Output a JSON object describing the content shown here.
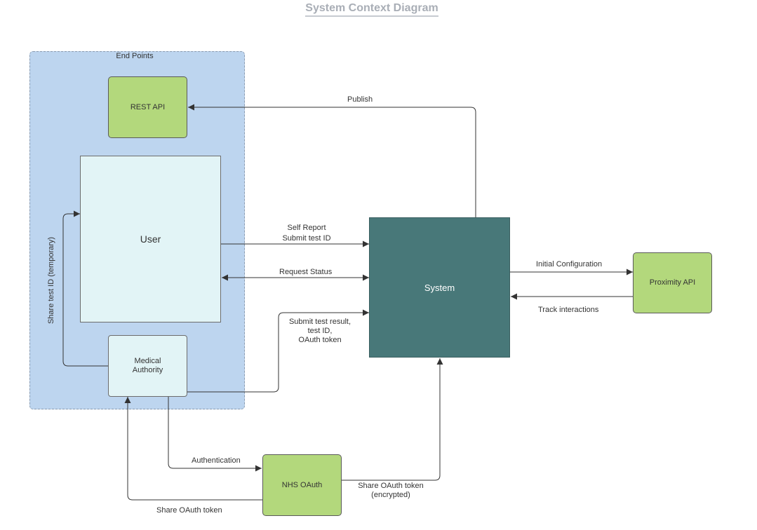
{
  "title": "System Context Diagram",
  "group": {
    "label": "End Points"
  },
  "nodes": {
    "rest_api": "REST API",
    "user": "User",
    "medical_authority": "Medical\nAuthority",
    "system": "System",
    "proximity_api": "Proximity API",
    "nhs_oauth": "NHS OAuth"
  },
  "edges": {
    "publish": "Publish",
    "self_report": "Self Report\nSubmit test ID",
    "request_status": "Request Status",
    "submit_test_result": "Submit test result,\ntest ID,\nOAuth token",
    "initial_configuration": "Initial Configuration",
    "track_interactions": "Track interactions",
    "authentication": "Authentication",
    "share_oauth_encrypted": "Share OAuth token\n(encrypted)",
    "share_oauth": "Share OAuth token",
    "share_test_id": "Share test ID (temporary)"
  },
  "colors": {
    "group_fill": "#bdd5ef",
    "external_node_fill": "#b3d87c",
    "internal_node_fill": "#e2f4f6",
    "system_fill": "#487879"
  }
}
